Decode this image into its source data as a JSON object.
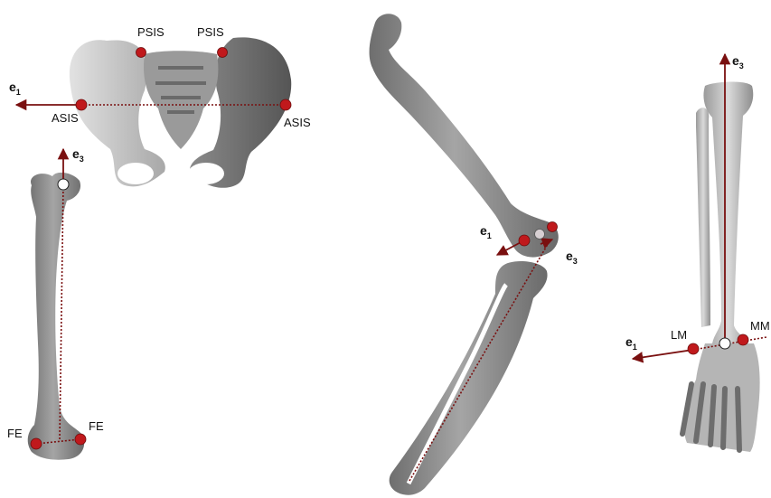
{
  "colors": {
    "marker_red": "#c0191c",
    "axis_dark_red": "#7a1010",
    "bone_light": "#cfcfcf",
    "bone_mid": "#9b9b9b",
    "bone_dark": "#606060"
  },
  "pelvis": {
    "labels": {
      "psis_left": "PSIS",
      "psis_right": "PSIS",
      "asis_left": "ASIS",
      "asis_right": "ASIS"
    },
    "axis": {
      "name": "e",
      "sub": "1"
    }
  },
  "femur": {
    "labels": {
      "fe_left": "FE",
      "fe_right": "FE"
    },
    "axis": {
      "name": "e",
      "sub": "3"
    }
  },
  "knee": {
    "axis_e1": {
      "name": "e",
      "sub": "1"
    },
    "axis_e3": {
      "name": "e",
      "sub": "3"
    }
  },
  "shank": {
    "labels": {
      "lm": "LM",
      "mm": "MM"
    },
    "axis_e1": {
      "name": "e",
      "sub": "1"
    },
    "axis_e3": {
      "name": "e",
      "sub": "3"
    }
  }
}
